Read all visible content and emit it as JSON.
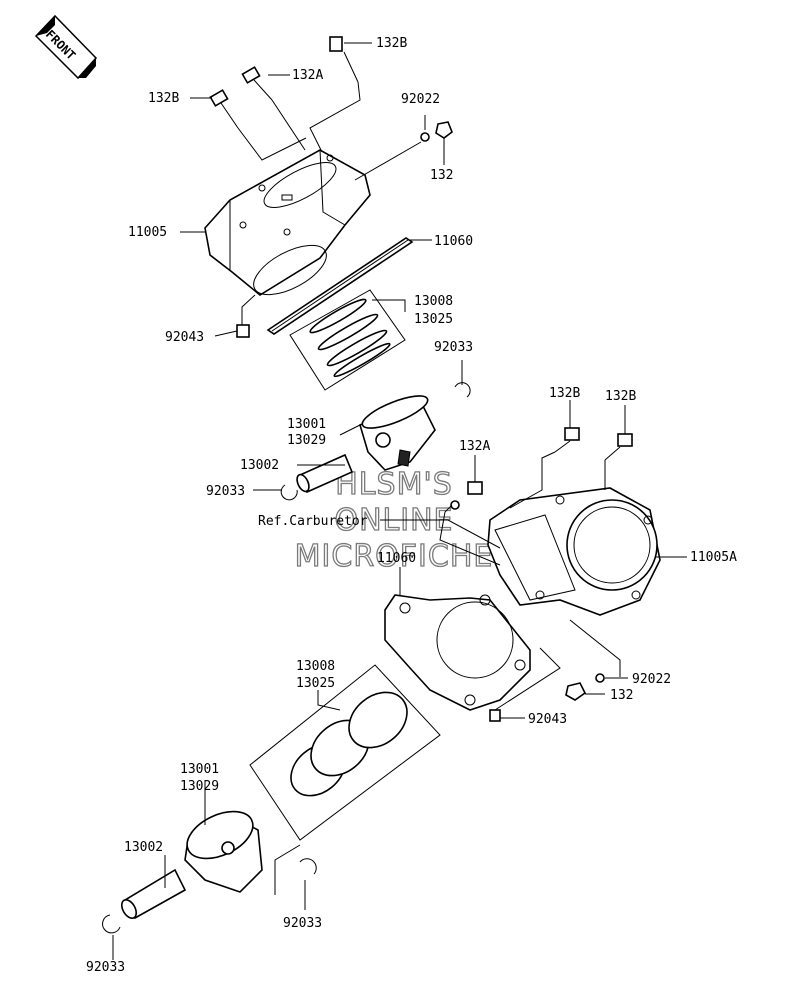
{
  "front_tag": {
    "text": "FRONT",
    "icon": "front-arrow-icon"
  },
  "reference_note": "Ref.Carburetor",
  "watermark": [
    "HLSM'S",
    "ONLINE",
    "MICROFICHE"
  ],
  "labels": [
    "132B",
    "132A",
    "132B",
    "92022",
    "132",
    "11005",
    "11060",
    "13008",
    "13025",
    "92043",
    "92033",
    "13001",
    "13029",
    "13002",
    "92033",
    "132B",
    "132B",
    "132A",
    "11005A",
    "11060",
    "92022",
    "132",
    "92043",
    "13008",
    "13025",
    "13001",
    "13029",
    "13002",
    "92033",
    "92033"
  ]
}
